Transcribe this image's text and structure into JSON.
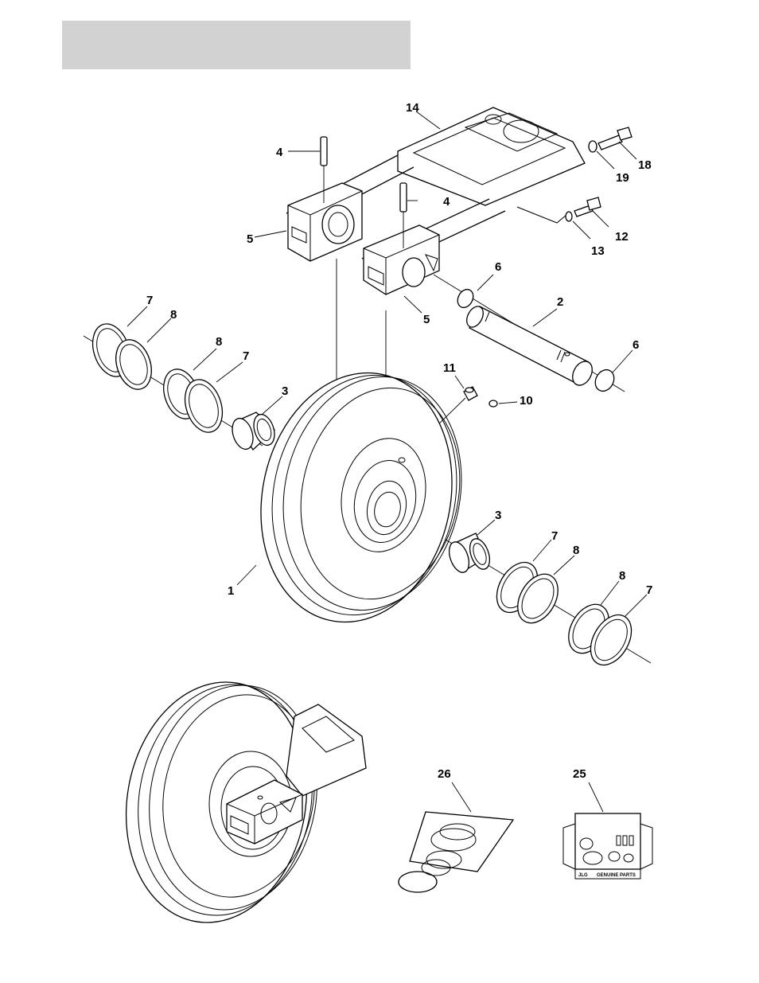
{
  "title_box": {
    "text": ""
  },
  "callouts": {
    "c1": "1",
    "c2": "2",
    "c3a": "3",
    "c3b": "3",
    "c4a": "4",
    "c4b": "4",
    "c5a": "5",
    "c5b": "5",
    "c6a": "6",
    "c6b": "6",
    "c7a": "7",
    "c7b": "7",
    "c7c": "7",
    "c7d": "7",
    "c8a": "8",
    "c8b": "8",
    "c8c": "8",
    "c8d": "8",
    "c10": "10",
    "c11": "11",
    "c12": "12",
    "c13": "13",
    "c14": "14",
    "c18": "18",
    "c19": "19",
    "c25": "25",
    "c26": "26"
  },
  "kit_box": {
    "brand": "JLG",
    "tagline": "GENUINE PARTS"
  }
}
